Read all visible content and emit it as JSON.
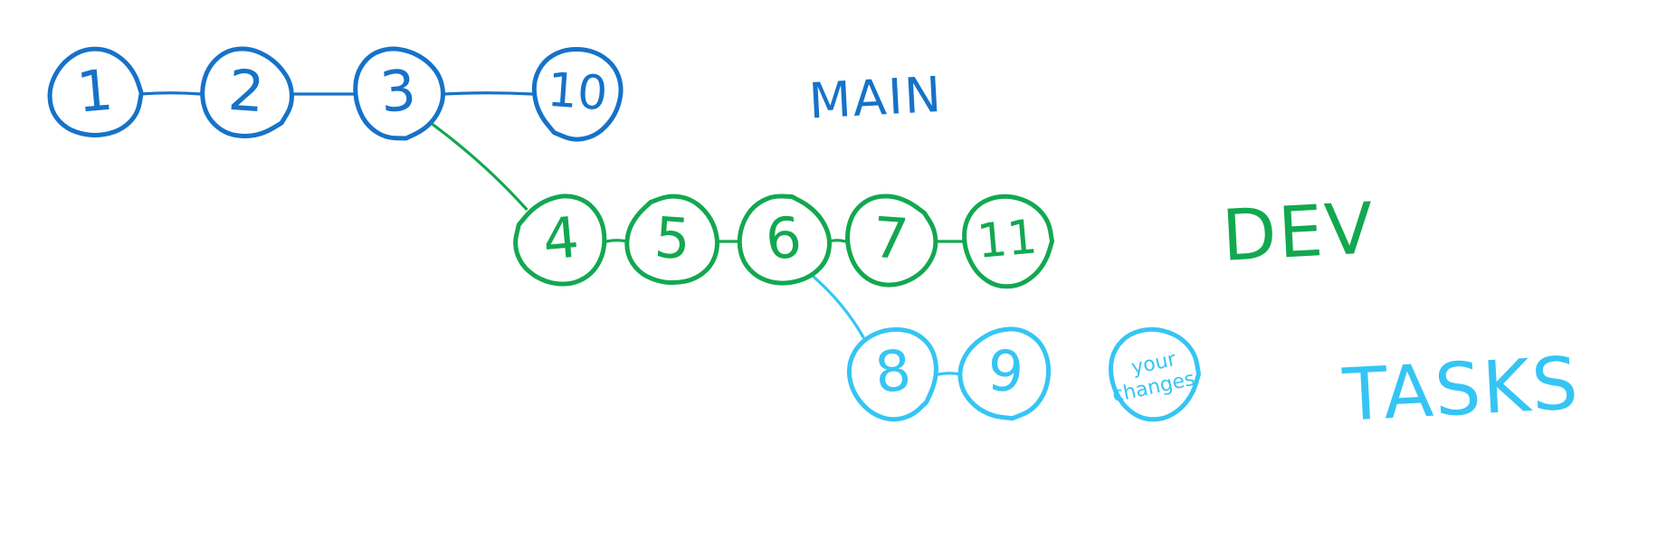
{
  "colors": {
    "main": "#1672C8",
    "dev": "#12A850",
    "tasks": "#35C5F4",
    "background": "#FFFFFF"
  },
  "branches": [
    {
      "id": "main",
      "label": "MAIN",
      "color": "main",
      "commits": [
        "1",
        "2",
        "3",
        "10"
      ]
    },
    {
      "id": "dev",
      "label": "DEV",
      "color": "dev",
      "commits": [
        "4",
        "5",
        "6",
        "7",
        "11"
      ]
    },
    {
      "id": "tasks",
      "label": "TASKS",
      "color": "tasks",
      "commits": [
        "8",
        "9"
      ],
      "pending_note": [
        "your",
        "changes"
      ]
    }
  ],
  "branch_points": [
    {
      "from_branch": "main",
      "from_commit": "3",
      "to_branch": "dev",
      "to_commit": "4"
    },
    {
      "from_branch": "dev",
      "from_commit": "6",
      "to_branch": "tasks",
      "to_commit": "8"
    }
  ]
}
